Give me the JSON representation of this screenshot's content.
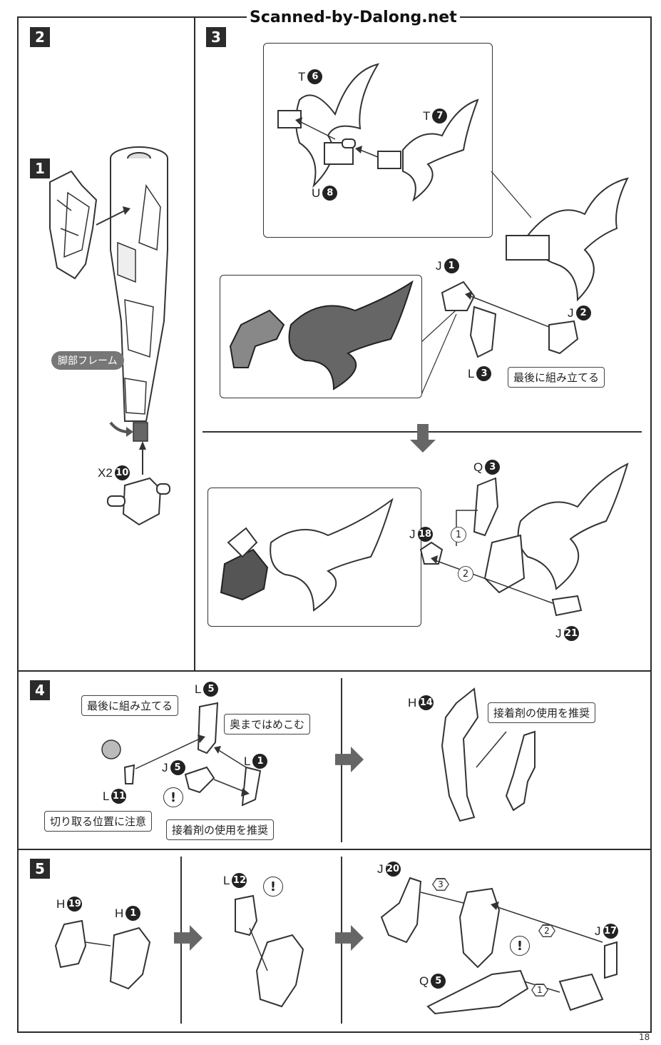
{
  "header": {
    "watermark": "Scanned-by-Dalong.net"
  },
  "page_number": "18",
  "steps": {
    "s2": {
      "number": "2",
      "sub_number": "1",
      "frame_label": "脚部フレーム",
      "part": {
        "code": "X2",
        "num": "10"
      }
    },
    "s3": {
      "number": "3",
      "parts": {
        "t6": {
          "code": "T",
          "num": "6"
        },
        "t7": {
          "code": "T",
          "num": "7"
        },
        "u8": {
          "code": "U",
          "num": "8"
        },
        "j1": {
          "code": "J",
          "num": "1"
        },
        "j2": {
          "code": "J",
          "num": "2"
        },
        "l3": {
          "code": "L",
          "num": "3"
        },
        "q3": {
          "code": "Q",
          "num": "3"
        },
        "j18": {
          "code": "J",
          "num": "18"
        },
        "j21": {
          "code": "J",
          "num": "21"
        }
      },
      "note_last": "最後に組み立てる",
      "order": {
        "one": "1",
        "two": "2"
      }
    },
    "s4": {
      "number": "4",
      "parts": {
        "l5": {
          "code": "L",
          "num": "5"
        },
        "l1": {
          "code": "L",
          "num": "1"
        },
        "j5": {
          "code": "J",
          "num": "5"
        },
        "l11": {
          "code": "L",
          "num": "11"
        },
        "h14": {
          "code": "H",
          "num": "14"
        }
      },
      "notes": {
        "last": "最後に組み立てる",
        "press": "奥まではめこむ",
        "cut": "切り取る位置に注意",
        "glue": "接着剤の使用を推奨",
        "glue2": "接着剤の使用を推奨"
      }
    },
    "s5": {
      "number": "5",
      "parts": {
        "h19": {
          "code": "H",
          "num": "19"
        },
        "h1": {
          "code": "H",
          "num": "1"
        },
        "l12": {
          "code": "L",
          "num": "12"
        },
        "j20": {
          "code": "J",
          "num": "20"
        },
        "j17": {
          "code": "J",
          "num": "17"
        },
        "q5": {
          "code": "Q",
          "num": "5"
        }
      },
      "order": {
        "one": "1",
        "two": "2",
        "three": "3"
      }
    }
  },
  "icons": {
    "warning": "!"
  }
}
